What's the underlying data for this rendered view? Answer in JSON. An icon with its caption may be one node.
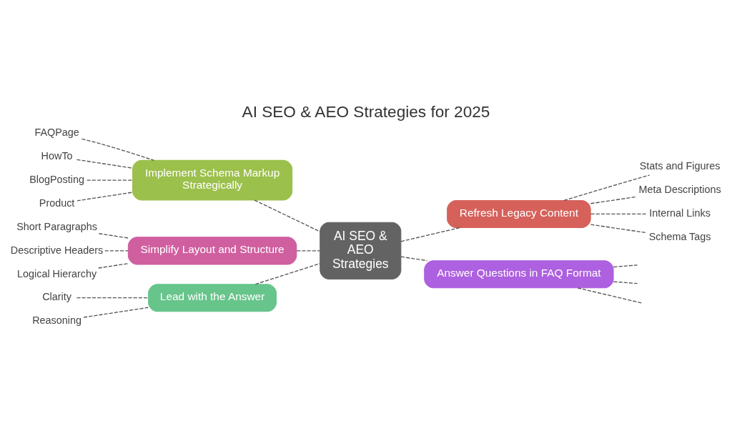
{
  "diagram": {
    "title": "AI SEO & AEO Strategies for 2025",
    "nodes": [
      {
        "text": [
          "AI SEO & AEO Strategies"
        ]
      },
      {
        "text": [
          "Implement Schema Markup Strategically"
        ]
      },
      {
        "text": [
          "FAQPage"
        ]
      },
      {
        "text": [
          "HowTo"
        ]
      },
      {
        "text": [
          "BlogPosting"
        ]
      },
      {
        "text": [
          "Product"
        ]
      },
      {
        "text": [
          "Refresh Legacy Content"
        ]
      },
      {
        "text": [
          "Stats and Figures"
        ]
      },
      {
        "text": [
          "Meta Descriptions"
        ]
      },
      {
        "text": [
          "Internal Links"
        ]
      },
      {
        "text": [
          "Schema Tags"
        ]
      },
      {
        "text": [
          "Simplify Layout and Structure"
        ]
      },
      {
        "text": [
          "Short Paragraphs"
        ]
      },
      {
        "text": [
          "Descriptive Headers"
        ]
      },
      {
        "text": [
          "Logical Hierarchy"
        ]
      },
      {
        "text": [
          "Answer Questions in FAQ Format"
        ]
      },
      {
        "text": [
          "Lead with the Answer"
        ]
      },
      {
        "text": [
          "Clarity"
        ]
      },
      {
        "text": [
          "Reasoning"
        ]
      }
    ],
    "edges": [
      {
        "from": 0,
        "to": 1,
        "arrow": "none",
        "style": "dashed"
      },
      {
        "from": 1,
        "to": 2,
        "arrow": "none",
        "style": "dashed"
      },
      {
        "from": 1,
        "to": 3,
        "arrow": "none",
        "style": "dashed"
      },
      {
        "from": 1,
        "to": 4,
        "arrow": "none",
        "style": "dashed"
      },
      {
        "from": 1,
        "to": 5,
        "arrow": "none",
        "style": "dashed"
      },
      {
        "from": 0,
        "to": 6,
        "arrow": "none",
        "style": "dashed"
      },
      {
        "from": 6,
        "to": 7,
        "arrow": "none",
        "style": "dashed"
      },
      {
        "from": 6,
        "to": 8,
        "arrow": "none",
        "style": "dashed"
      },
      {
        "from": 6,
        "to": 9,
        "arrow": "none",
        "style": "dashed"
      },
      {
        "from": 6,
        "to": 10,
        "arrow": "none",
        "style": "dashed"
      },
      {
        "from": 0,
        "to": 11,
        "arrow": "none",
        "style": "dashed"
      },
      {
        "from": 11,
        "to": 12,
        "arrow": "none",
        "style": "dashed"
      },
      {
        "from": 11,
        "to": 13,
        "arrow": "none",
        "style": "dashed"
      },
      {
        "from": 11,
        "to": 14,
        "arrow": "none",
        "style": "dashed"
      },
      {
        "from": 0,
        "to": 15,
        "arrow": "none",
        "style": "dashed"
      },
      {
        "from": 15,
        "to": null,
        "arrow": "none",
        "style": "dashed"
      },
      {
        "from": 15,
        "to": null,
        "arrow": "none",
        "style": "dashed"
      },
      {
        "from": 15,
        "to": null,
        "arrow": "none",
        "style": "dashed"
      },
      {
        "from": 0,
        "to": 16,
        "arrow": "none",
        "style": "dashed"
      },
      {
        "from": 16,
        "to": 17,
        "arrow": "none",
        "style": "dashed"
      },
      {
        "from": 16,
        "to": 18,
        "arrow": "none",
        "style": "dashed"
      }
    ]
  }
}
